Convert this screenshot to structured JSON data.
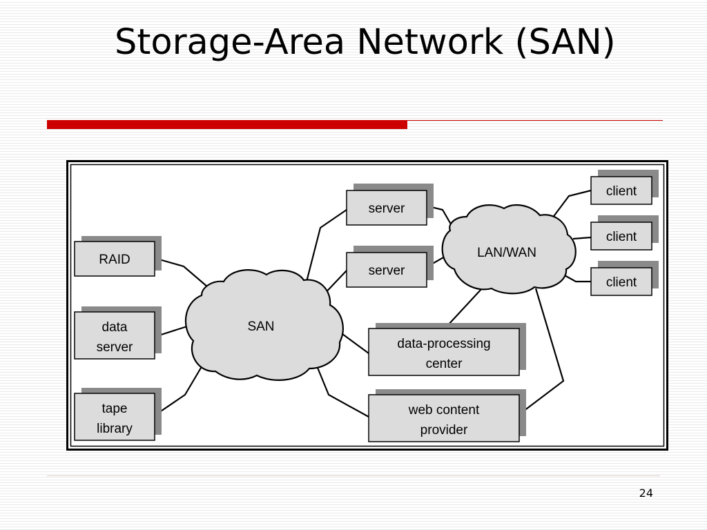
{
  "slide": {
    "title": "Storage-Area Network (SAN)",
    "page_number": "24",
    "accent_color": "#cc0000"
  },
  "diagram": {
    "clouds": {
      "san": "SAN",
      "lan_wan": "LAN/WAN"
    },
    "nodes": {
      "raid": "RAID",
      "data_server": [
        "data",
        "server"
      ],
      "tape_library": [
        "tape",
        "library"
      ],
      "server_1": "server",
      "server_2": "server",
      "data_processing": [
        "data-processing",
        "center"
      ],
      "web_content": [
        "web content",
        "provider"
      ],
      "client_1": "client",
      "client_2": "client",
      "client_3": "client"
    },
    "colors": {
      "box_fill": "#dcdcdc",
      "box_shadow": "#8a8a8a",
      "cloud_fill": "#dcdcdc"
    }
  }
}
